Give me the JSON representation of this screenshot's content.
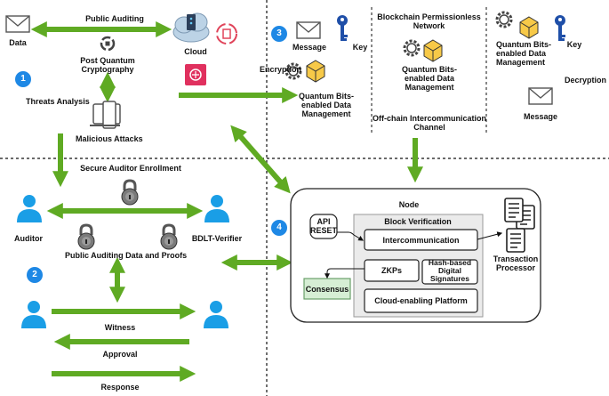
{
  "top_left": {
    "public_auditing": "Public Auditing",
    "data": "Data",
    "cloud": "Cloud",
    "pqc": "Post Quantum\nCryptography",
    "threats_analysis": "Threats Analysis",
    "malicious_attacks": "Malicious Attacks",
    "badge": "1"
  },
  "top_right": {
    "badge": "3",
    "message_left": "Message",
    "key_left": "Key",
    "encryption": "Encryption",
    "qbdm_left": "Quantum Bits-\nenabled Data\nManagement",
    "blockchain_network": "Blockchain Permissionless\nNetwork",
    "qbdm_center": "Quantum Bits-\nenabled Data\nManagement",
    "offchain_channel": "Off-chain Intercommunication\nChannel",
    "qbdm_right": "Quantum Bits-\nenabled Data\nManagement",
    "key_right": "Key",
    "decryption": "Decryption",
    "message_right": "Message"
  },
  "bottom_left": {
    "secure_enrollment": "Secure Auditor Enrollment",
    "auditor": "Auditor",
    "verifier": "BDLT-Verifier",
    "auditing_data": "Public Auditing Data and Proofs",
    "badge": "2",
    "witness": "Witness",
    "approval": "Approval",
    "response": "Response"
  },
  "bottom_right": {
    "badge": "4",
    "node": "Node",
    "api_reset": "API\nRESET",
    "block_verification": "Block Verification",
    "intercommunication": "Intercommunication",
    "zkps": "ZKPs",
    "hash_signatures": "Hash-based\nDigital\nSignatures",
    "consensus": "Consensus",
    "cloud_platform": "Cloud-enabling Platform",
    "transaction_processor": "Transaction\nProcessor"
  },
  "colors": {
    "arrow_green": "#5faa23",
    "person_blue": "#1a9ee6",
    "badge_blue": "#1e88e5",
    "consensus_fill": "#d6eed4",
    "block_fill": "#ebebeb"
  }
}
